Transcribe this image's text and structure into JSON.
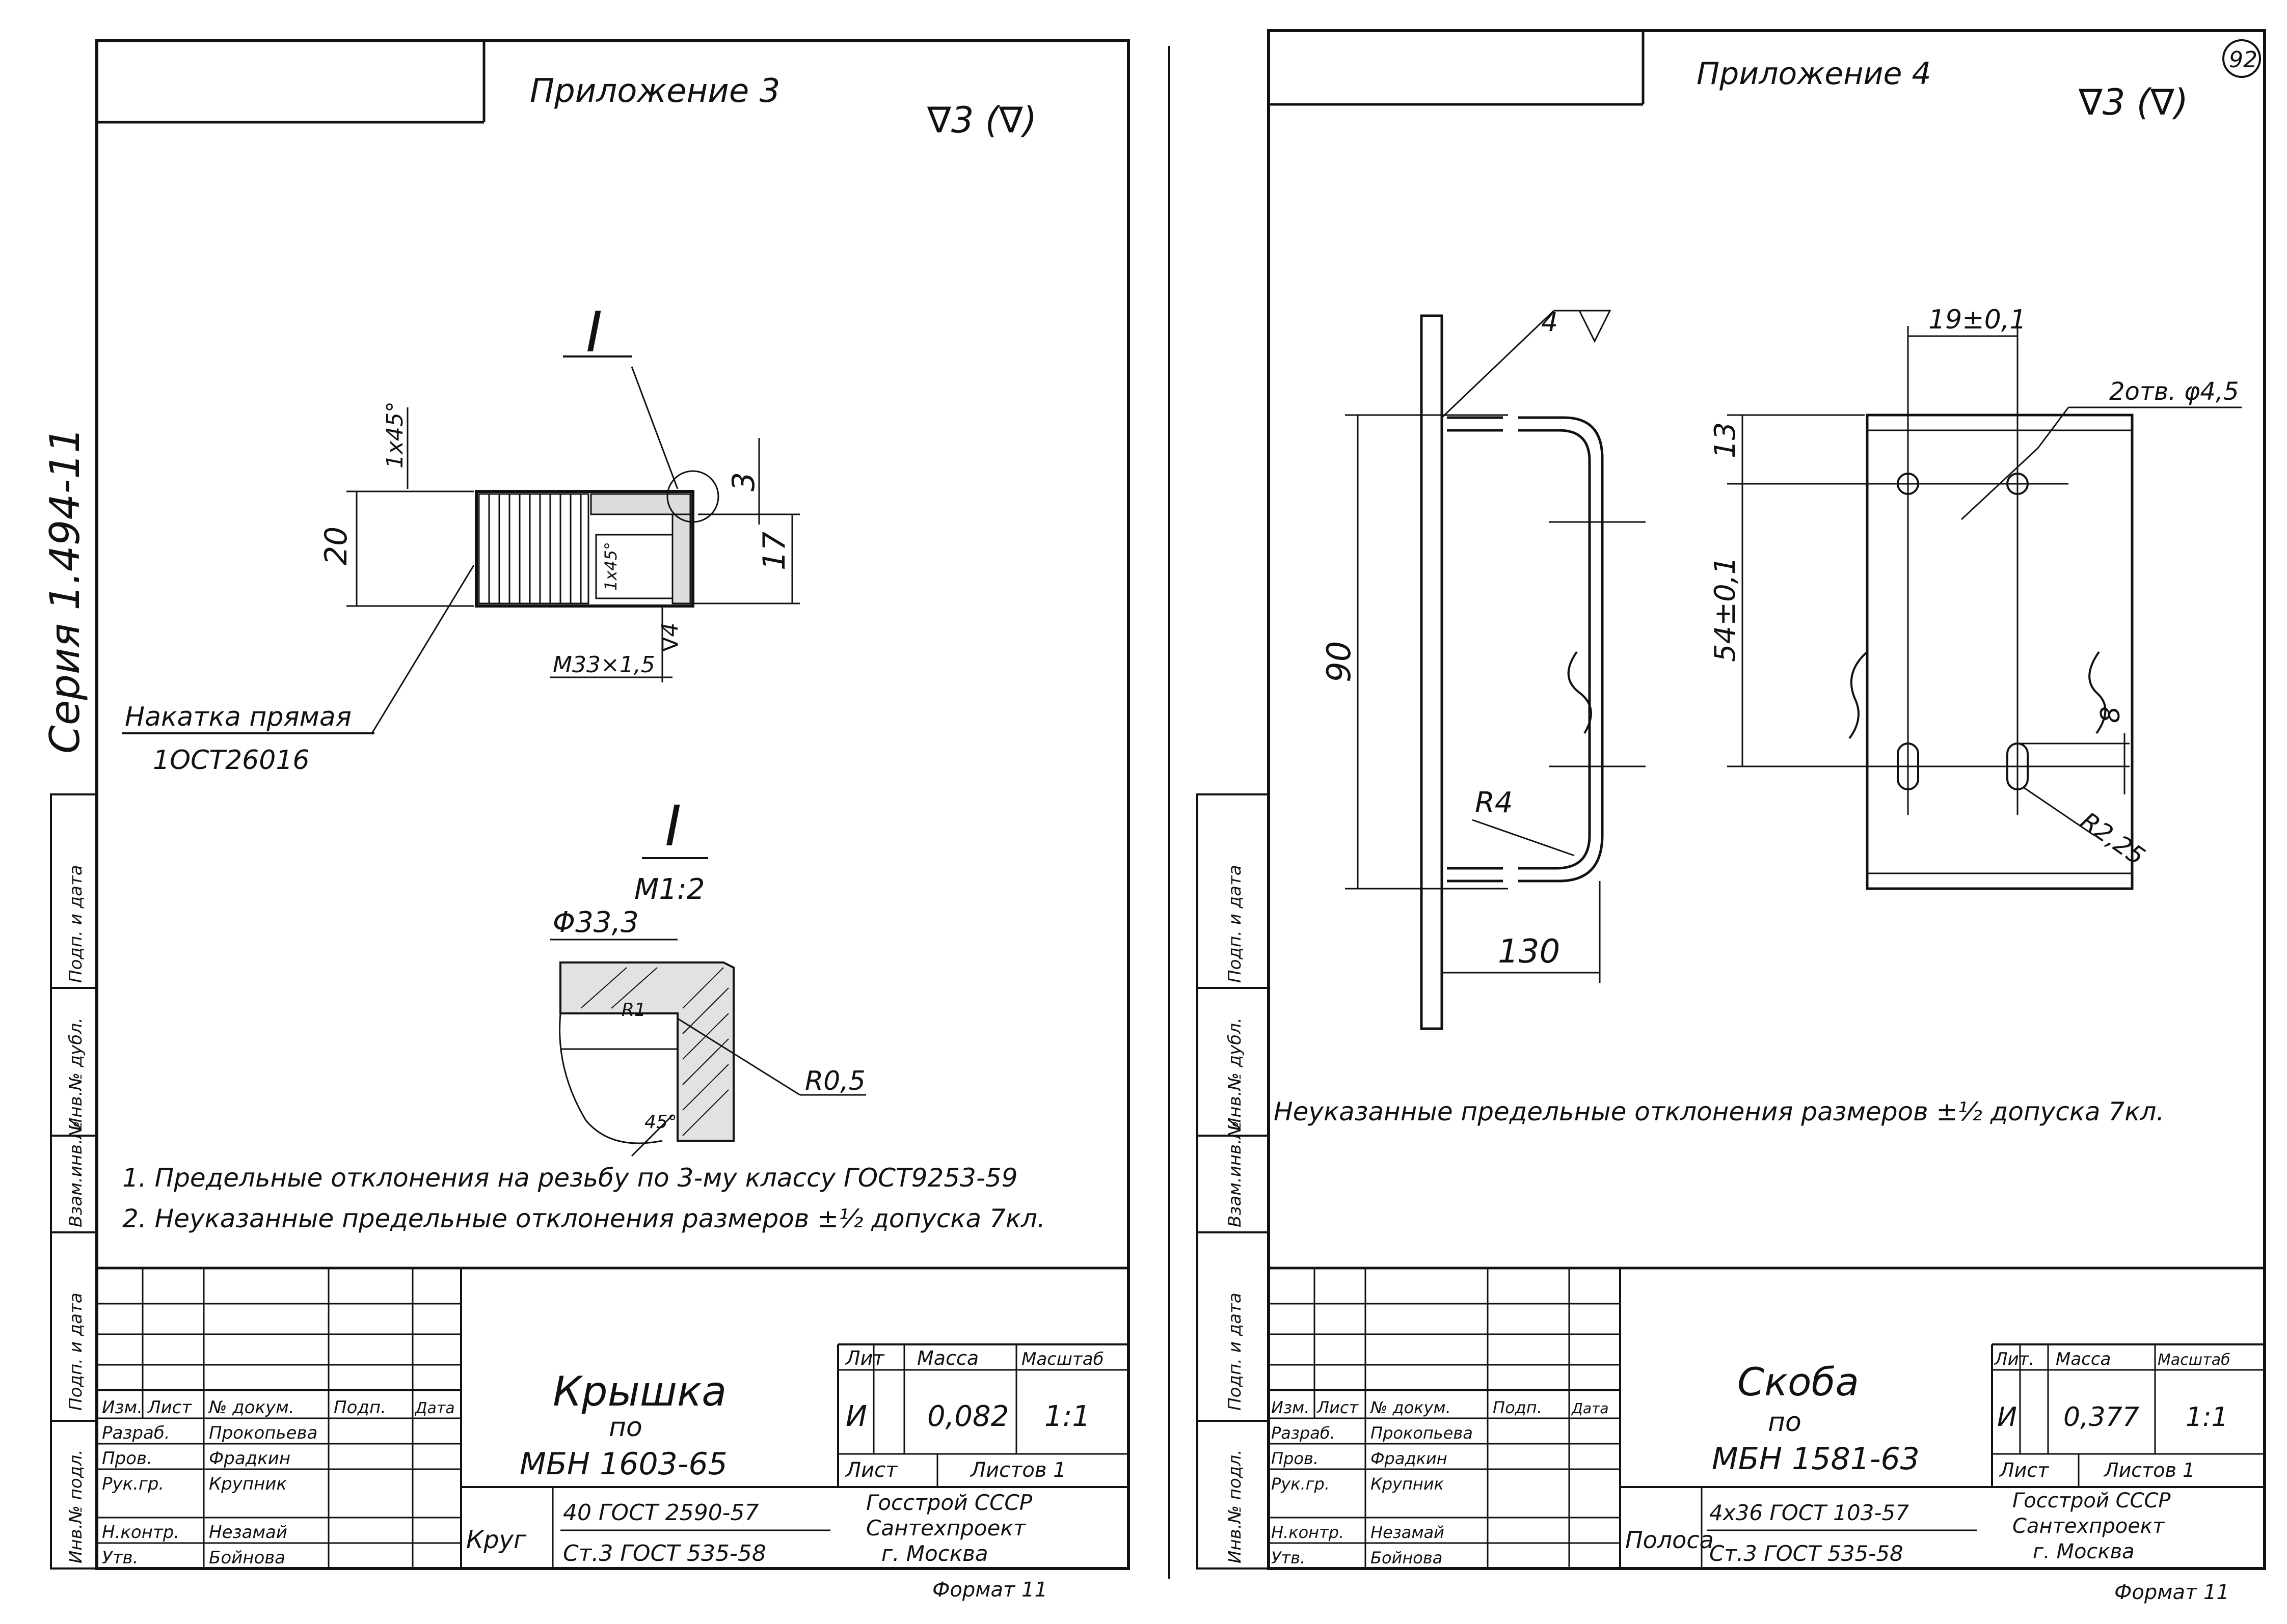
{
  "series_label": "Серия 1.494-11",
  "side_stamp": [
    "Инв.№ подл.",
    "Подп. и дата",
    "Взам.инв.№",
    "Инв.№ дубл.",
    "Подп. и дата"
  ],
  "sheet3": {
    "appendix": "Приложение 3",
    "roughness": "∇3 (∇)",
    "detail_mark": "I",
    "scale": "M1:2",
    "dims": {
      "d20": "20",
      "d17": "17",
      "d3": "3",
      "chamfer_outer": "1x45°",
      "chamfer_inner": "1x45°",
      "roughness_local": "∇4",
      "thread": "M33×1,5",
      "diam": "Φ33,3",
      "r1": "R1",
      "r05": "R0,5",
      "angle": "45°"
    },
    "knurl_label": "Накатка прямая",
    "knurl_std": "1ОСТ26016",
    "notes": [
      "1. Предельные отклонения на резьбу по 3-му классу ГОСТ9253-59",
      "2. Неуказанные предельные отклонения размеров ±½ допуска 7кл."
    ],
    "title_block": {
      "name": "Крышка",
      "po": "по",
      "code": "МБН 1603-65",
      "col_heads": [
        "Изм.",
        "Лист",
        "№ докум.",
        "Подп.",
        "Дата"
      ],
      "roles": [
        "Разраб.",
        "Пров.",
        "Рук.гр.",
        "Н.контр.",
        "Утв."
      ],
      "names": [
        "Прокопьева",
        "Фрадкин",
        "Крупник",
        "Незамай",
        "Бойнова"
      ],
      "lit_head": "Лит",
      "mass_head": "Масса",
      "scale_head": "Масштаб",
      "lit": "И",
      "mass": "0,082",
      "scale_val": "1:1",
      "sheet": "Лист",
      "sheets": "Листов 1",
      "org": [
        "Госстрой СССР",
        "Сантехпроект",
        "г. Москва"
      ],
      "material_label": "Круг",
      "material_top": "40 ГОСТ 2590-57",
      "material_bottom": "Ст.3 ГОСТ 535-58"
    },
    "format": "Формат 11"
  },
  "sheet4": {
    "appendix": "Приложение 4",
    "roughness": "∇3 (∇)",
    "sheet_no": "92",
    "dims": {
      "d90": "90",
      "d130": "130",
      "r4": "R4",
      "weld": "4",
      "d19": "19±0,1",
      "holes": "2отв. φ4,5",
      "d13": "13",
      "d54": "54±0,1",
      "d8": "8",
      "r225": "R2,25"
    },
    "note": "Неуказанные предельные отклонения размеров ±½ допуска 7кл.",
    "title_block": {
      "name": "Скоба",
      "po": "по",
      "code": "МБН 1581-63",
      "col_heads": [
        "Изм.",
        "Лист",
        "№ докум.",
        "Подп.",
        "Дата"
      ],
      "roles": [
        "Разраб.",
        "Пров.",
        "Рук.гр.",
        "Н.контр.",
        "Утв."
      ],
      "names": [
        "Прокопьева",
        "Фрадкин",
        "Крупник",
        "Незамай",
        "Бойнова"
      ],
      "lit_head": "Лит.",
      "mass_head": "Масса",
      "scale_head": "Масштаб",
      "lit": "И",
      "mass": "0,377",
      "scale_val": "1:1",
      "sheet": "Лист",
      "sheets": "Листов 1",
      "org": [
        "Госстрой СССР",
        "Сантехпроект",
        "г. Москва"
      ],
      "material_label": "Полоса",
      "material_top": "4x36 ГОСТ 103-57",
      "material_bottom": "Ст.3 ГОСТ 535-58"
    },
    "format": "Формат 11"
  }
}
